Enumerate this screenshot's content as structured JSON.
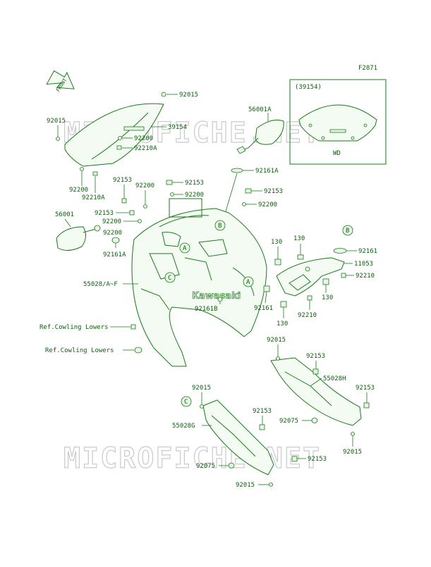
{
  "figure_id": "F2871",
  "front_label": "FRONT",
  "watermark": "MICROFICHE.NET",
  "inset": {
    "title": "(39154)",
    "footer": "WD"
  },
  "brand_text": "Kawasaki",
  "callouts": {
    "A": "A",
    "B": "B",
    "C": "C"
  },
  "labels": {
    "l_92015_top": "92015",
    "l_39154": "39154",
    "l_92200_a": "92200",
    "l_92210A_a": "92210A",
    "l_92015_left": "92015",
    "l_92200_b": "92200",
    "l_92210A_b": "92210A",
    "l_56001A": "56001A",
    "l_92161A_r": "92161A",
    "l_92153_1": "92153",
    "l_92200_c": "92200",
    "l_92153_2": "92153",
    "l_92200_d": "92200",
    "l_92153_3": "92153",
    "l_92200_e": "92200",
    "l_92153_4": "92153",
    "l_92200_f": "92200",
    "l_56001": "56001",
    "l_92200_g": "92200",
    "l_92161A_l": "92161A",
    "l_55028AF": "55028/A~F",
    "l_92161B": "92161B",
    "l_92161": "92161",
    "l_130_a": "130",
    "l_130_b": "130",
    "l_92161_r": "92161",
    "l_11053": "11053",
    "l_92210_a": "92210",
    "l_130_c": "130",
    "l_92210_b": "92210",
    "l_130_d": "130",
    "l_ref1": "Ref.Cowling Lowers",
    "l_ref2": "Ref.Cowling Lowers",
    "l_92015_m": "92015",
    "l_92153_m": "92153",
    "l_55028H": "55028H",
    "l_92153_r": "92153",
    "l_92075_r": "92075",
    "l_92015_r": "92015",
    "l_92015_l": "92015",
    "l_92153_l": "92153",
    "l_55028G": "55028G",
    "l_92075_l": "92075",
    "l_92153_b": "92153",
    "l_92015_b": "92015"
  }
}
